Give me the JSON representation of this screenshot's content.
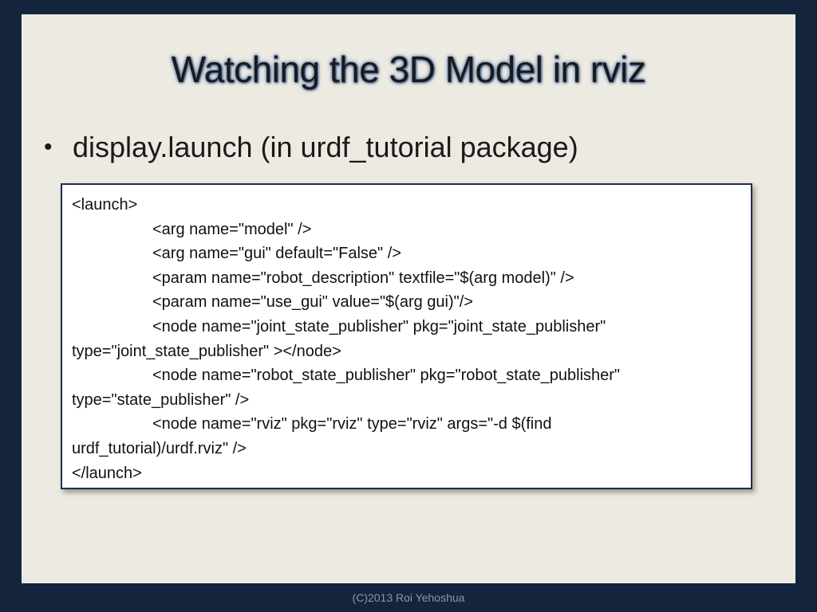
{
  "title": "Watching the 3D Model in rviz",
  "bullet": "display.launch (in urdf_tutorial package)",
  "code_lines": [
    {
      "text": "<launch>",
      "indent": false
    },
    {
      "text": "<arg name=\"model\" />",
      "indent": true
    },
    {
      "text": "<arg name=\"gui\" default=\"False\" />",
      "indent": true
    },
    {
      "text": "<param name=\"robot_description\" textfile=\"$(arg model)\" />",
      "indent": true
    },
    {
      "text": "<param name=\"use_gui\" value=\"$(arg gui)\"/>",
      "indent": true
    },
    {
      "text": "<node name=\"joint_state_publisher\" pkg=\"joint_state_publisher\"",
      "indent": true
    },
    {
      "text": "type=\"joint_state_publisher\" ></node>",
      "indent": false
    },
    {
      "text": "<node name=\"robot_state_publisher\" pkg=\"robot_state_publisher\"",
      "indent": true
    },
    {
      "text": "type=\"state_publisher\" />",
      "indent": false
    },
    {
      "text": "<node name=\"rviz\" pkg=\"rviz\" type=\"rviz\" args=\"-d $(find",
      "indent": true
    },
    {
      "text": "urdf_tutorial)/urdf.rviz\" />",
      "indent": false
    },
    {
      "text": "</launch>",
      "indent": false
    }
  ],
  "footer": "(C)2013 Roi Yehoshua",
  "colors": {
    "background": "#14243d",
    "slide": "#edeae2",
    "code_border": "#1c2f4f"
  }
}
